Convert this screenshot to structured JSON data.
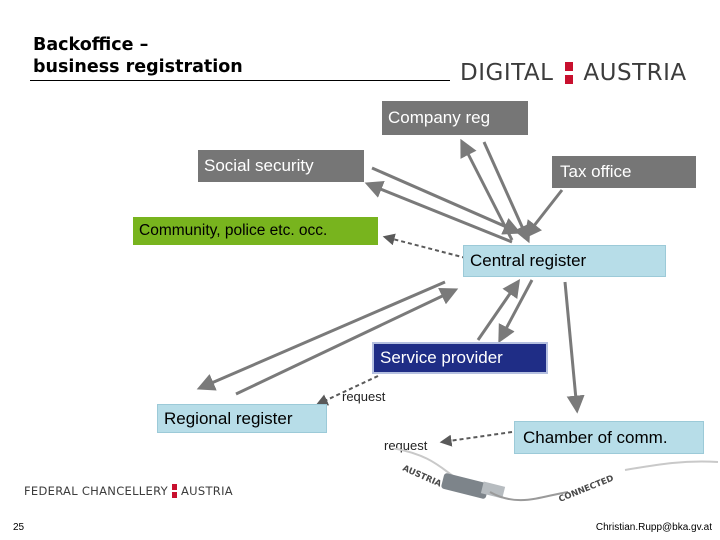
{
  "slide": {
    "title_line1": "Backoffice –",
    "title_line2": "business registration",
    "logo_left": "DIGITAL",
    "logo_right": "AUSTRIA",
    "page_number": "25",
    "email": "Christian.Rupp@bka.gv.at",
    "footer_logo_left": "FEDERAL CHANCELLERY",
    "footer_logo_right": "AUSTRIA",
    "connector_badge_left": "AUSTRIA",
    "connector_badge_right": "CONNECTED"
  },
  "diagram": {
    "nodes": {
      "company_reg": "Company reg",
      "social_security": "Social security",
      "tax_office": "Tax office",
      "community": "Community, police etc. occ.",
      "central_register": "Central register",
      "service_provider": "Service provider",
      "regional_register": "Regional register",
      "chamber": "Chamber of comm."
    },
    "labels": {
      "request_upper": "request",
      "request_lower": "request"
    },
    "colors": {
      "gray_box": "#767676",
      "green_box": "#78b41e",
      "light_blue_box": "#b7dde8",
      "dark_blue_box": "#1f2d86",
      "arrow": "#7a7a7a",
      "dashed_arrow": "#5a5a5a",
      "brand_red": "#c8102e"
    }
  }
}
